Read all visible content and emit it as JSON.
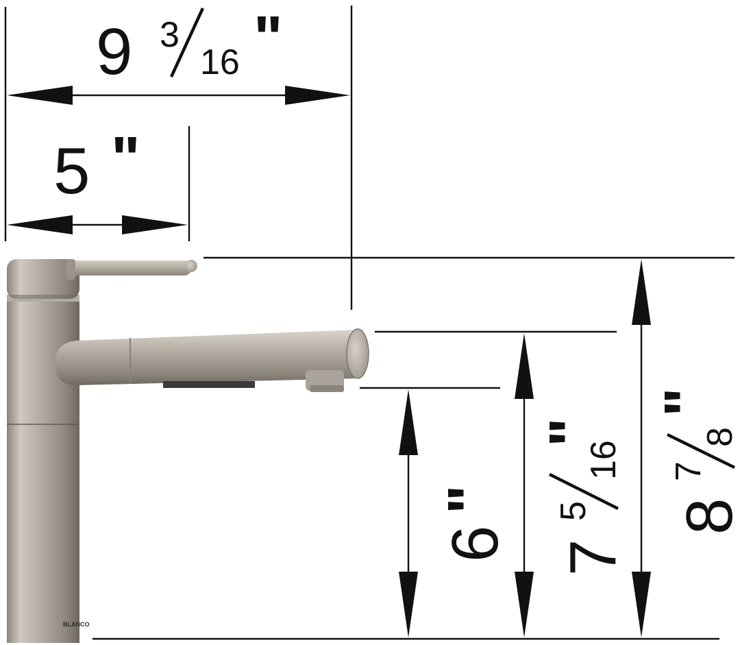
{
  "dimensions": {
    "overall_reach": {
      "whole": "9",
      "numerator": "3",
      "denominator": "16",
      "unit": "\""
    },
    "spout_to_base": {
      "whole": "5",
      "unit": "\""
    },
    "aerator_height": {
      "whole": "6",
      "unit": "\""
    },
    "spout_height": {
      "whole": "7",
      "numerator": "5",
      "denominator": "16",
      "unit": "\""
    },
    "total_height": {
      "whole": "8",
      "numerator": "7",
      "denominator": "8",
      "unit": "\""
    }
  },
  "faucet": {
    "brand_label": "BLANCO",
    "finish_colors": {
      "light": "#d6d1c9",
      "mid": "#a39c92",
      "dark": "#6f695f",
      "hose": "#3a3a3a"
    }
  },
  "line_color": "#111111"
}
